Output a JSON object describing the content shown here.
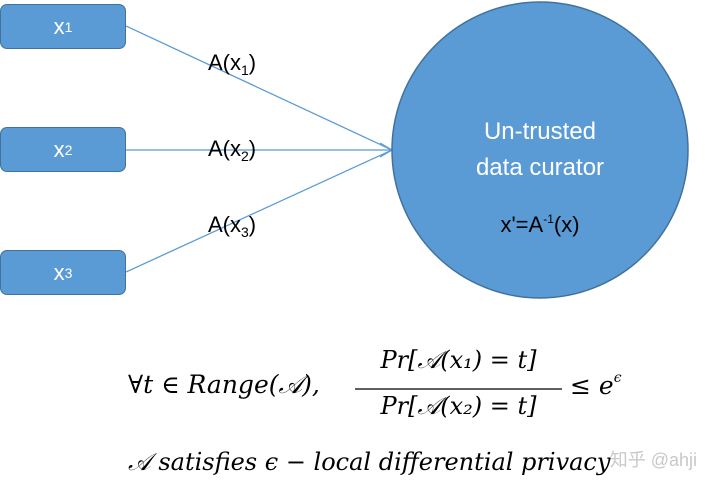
{
  "inputs": [
    {
      "base": "x",
      "sub": "1"
    },
    {
      "base": "x",
      "sub": "2"
    },
    {
      "base": "x",
      "sub": "3"
    }
  ],
  "edge_labels": [
    {
      "prefix": "A(x",
      "sub": "1",
      "suffix": ")"
    },
    {
      "prefix": "A(x",
      "sub": "2",
      "suffix": ")"
    },
    {
      "prefix": "A(x",
      "sub": "3",
      "suffix": ")"
    }
  ],
  "curator": {
    "line1": "Un-trusted",
    "line2": "data curator",
    "formula_prefix": "x'=A",
    "formula_sup": "-1",
    "formula_suffix": "(x)"
  },
  "formula": {
    "lhs": "∀t ∈ Range(𝒜),",
    "numerator": "Pr[𝒜(x₁) = t]",
    "denominator": "Pr[𝒜(x₂) = t]",
    "rhs_base": "≤ e",
    "rhs_sup": "ϵ"
  },
  "statement": "𝒜 satisfies ϵ − local differential privacy",
  "watermark": "知乎 @ahji",
  "colors": {
    "node_fill": "#5b9bd5",
    "node_stroke": "#41719c",
    "edge": "#5b9bd5"
  }
}
